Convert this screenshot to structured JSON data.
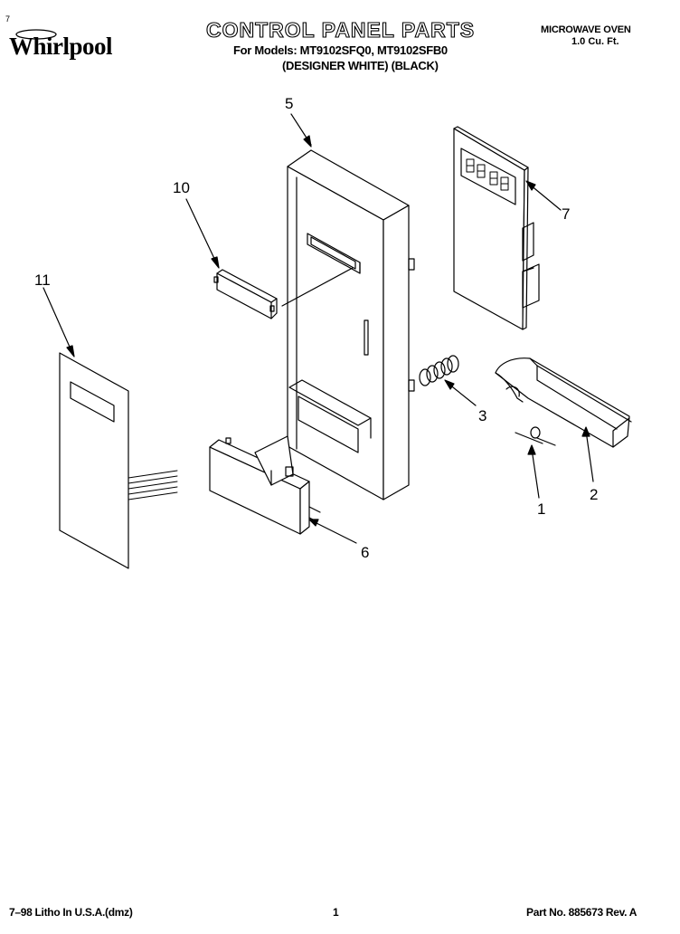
{
  "header": {
    "brand": "Whirlpool",
    "brand_badge": "Whirlpool",
    "title": "CONTROL PANEL PARTS",
    "models_line": "For Models: MT9102SFQ0, MT9102SFB0",
    "variants_line": "(DESIGNER WHITE)  (BLACK)",
    "product": "MICROWAVE OVEN",
    "capacity": "1.0 Cu. Ft.",
    "corner_mark": "7"
  },
  "callouts": {
    "p1": "1",
    "p2": "2",
    "p3": "3",
    "p5": "5",
    "p6": "6",
    "p7": "7",
    "p10": "10",
    "p11": "11"
  },
  "footer": {
    "litho": "7–98 Litho In U.S.A.(dmz)",
    "page": "1",
    "part_no": "Part No. 885673 Rev. A"
  }
}
